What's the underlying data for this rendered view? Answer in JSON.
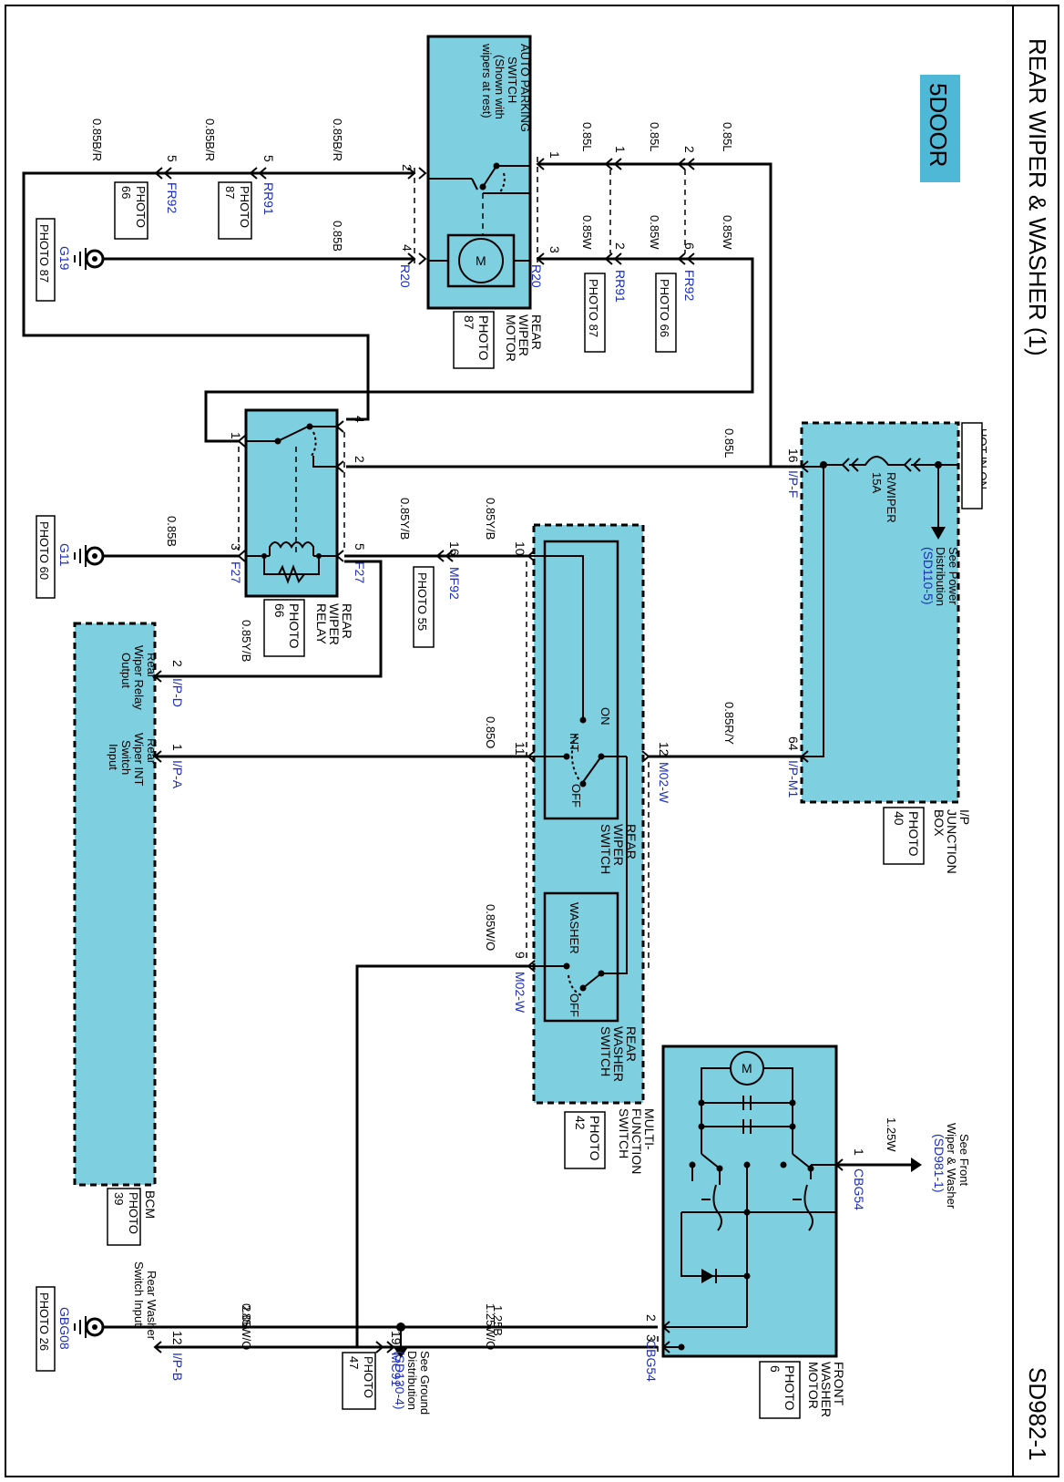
{
  "header": {
    "title": "REAR WIPER & WASHER (1)",
    "code": "SD982-1",
    "badge": "5DOOR",
    "badge_color": "#4fb8d6"
  },
  "components": {
    "rear_wiper_motor": {
      "lines": [
        "REAR",
        "WIPER",
        "MOTOR"
      ],
      "photo": "PHOTO",
      "photo_num": "87",
      "switch_lines": [
        "AUTO PARKING",
        "SWITCH",
        "(Shown with",
        "wipers at rest)"
      ],
      "motor_symbol": "M"
    },
    "ij_box": {
      "lines": [
        "I/P",
        "JUNCTION",
        "BOX"
      ],
      "photo": "PHOTO",
      "photo_num": "40",
      "hot": "HOT IN ON",
      "fuse_name": "R/WIPER",
      "fuse_rating": "15A",
      "see_lines": [
        "See Power",
        "Distribution"
      ],
      "see_ref": "(SD110-5)"
    },
    "rear_wiper_relay": {
      "lines": [
        "REAR",
        "WIPER",
        "RELAY"
      ],
      "photo": "PHOTO",
      "photo_num": "66"
    },
    "multifunction": {
      "lines": [
        "MULTI-",
        "FUNCTION",
        "SWITCH"
      ],
      "photo": "PHOTO",
      "photo_num": "42",
      "wiper_lines": [
        "REAR",
        "WIPER",
        "SWITCH"
      ],
      "washer_lines": [
        "REAR",
        "WASHER",
        "SWITCH"
      ],
      "on": "ON",
      "int": "INT",
      "off": "OFF",
      "washer": "WASHER",
      "washer_off": "OFF"
    },
    "bcm": {
      "name": "BCM",
      "photo": "PHOTO",
      "photo_num": "39",
      "relay_output": [
        "Rear",
        "Wiper Relay",
        "Output"
      ],
      "int_input": [
        "Rear",
        "Wiper INT",
        "Switch",
        "Input"
      ],
      "washer_input": [
        "Rear Washer",
        "Switch Input"
      ]
    },
    "front_washer": {
      "lines": [
        "FRONT",
        "WASHER",
        "MOTOR"
      ],
      "photo": "PHOTO",
      "photo_num": "6",
      "motor_symbol": "M"
    }
  },
  "connectors": {
    "fr92_left": {
      "name": "FR92",
      "photo": "PHOTO",
      "photo_num": "66"
    },
    "rr91_left": {
      "name": "RR91",
      "photo": "PHOTO",
      "photo_num": "87"
    },
    "r20_left": "R20",
    "r20_right": "R20",
    "rr91_right": {
      "name": "RR91",
      "photo": "PHOTO 87"
    },
    "fr92_right": {
      "name": "FR92",
      "photo": "PHOTO 66"
    },
    "f27_left": "F27",
    "f27_right": "F27",
    "mf92": {
      "name": "MF92",
      "photo": "PHOTO 55"
    },
    "ipf": "I/P-F",
    "ipm1": "I/P-M1",
    "m02w_a": "M02-W",
    "m02w_b": "M02-W",
    "ipd": "I/P-D",
    "ipa": "I/P-A",
    "ipb": "I/P-B",
    "mc91": {
      "name": "MC91",
      "photo": "PHOTO",
      "photo_num": "47"
    },
    "cbg54_top": "CBG54",
    "cbg54_bottom": "CBG54"
  },
  "grounds": {
    "g19": {
      "name": "G19",
      "photo": "PHOTO 87"
    },
    "g11": {
      "name": "G11",
      "photo": "PHOTO 60"
    },
    "gbg08": {
      "name": "GBG08",
      "photo": "PHOTO 26"
    }
  },
  "refs": {
    "front_washer": {
      "lines": [
        "See Front",
        "Wiper & Washer"
      ],
      "ref": "(SD981-1)"
    },
    "ground_dist": {
      "lines": [
        "See Ground",
        "Distribution"
      ],
      "ref": "(SD130-4)"
    }
  },
  "wires": {
    "w085br_1": "0.85B/R",
    "w085br_2": "0.85B/R",
    "w085br_3": "0.85B/R",
    "w085b_1": "0.85B",
    "w085b_2": "0.85B",
    "w085l_1": "0.85L",
    "w085l_2": "0.85L",
    "w085l_3": "0.85L",
    "w085l_4": "0.85L",
    "w085w_1": "0.85W",
    "w085w_2": "0.85W",
    "w085w_3": "0.85W",
    "w085yb_1": "0.85Y/B",
    "w085yb_2": "0.85Y/B",
    "w085yb_3": "0.85Y/B",
    "w085o": "0.85O",
    "w085ry": "0.85R/Y",
    "w085wo_1": "0.85W/O",
    "w085wo_2": "0.85W/O",
    "w125w": "1.25W",
    "w125wo": "1.25W/O",
    "w125b": "1.25B",
    "w20b": "2.0B"
  },
  "pins": {
    "p_fr92_5": "5",
    "p_rr91_5": "5",
    "p_r20_2": "2",
    "p_r20_4": "4",
    "p_r20_1": "1",
    "p_r20_3": "3",
    "p_rr91_1": "1",
    "p_rr91_2": "2",
    "p_fr92_2": "2",
    "p_fr92_6": "6",
    "p_relay_1": "1",
    "p_relay_4": "4",
    "p_relay_2": "2",
    "p_relay_3": "3",
    "p_relay_5": "5",
    "p_ipf_16": "16",
    "p_ipm1_64": "64",
    "p_mf92_16": "16",
    "p_mfs_10": "10",
    "p_mfs_11": "11",
    "p_mfs_12": "12",
    "p_mfs_9": "9",
    "p_ipd_2": "2",
    "p_ipa_1": "1",
    "p_ipb_12": "12",
    "p_mc91_19": "19",
    "p_cbg_1": "1",
    "p_cbg_3": "3",
    "p_cbg_2": "2"
  }
}
